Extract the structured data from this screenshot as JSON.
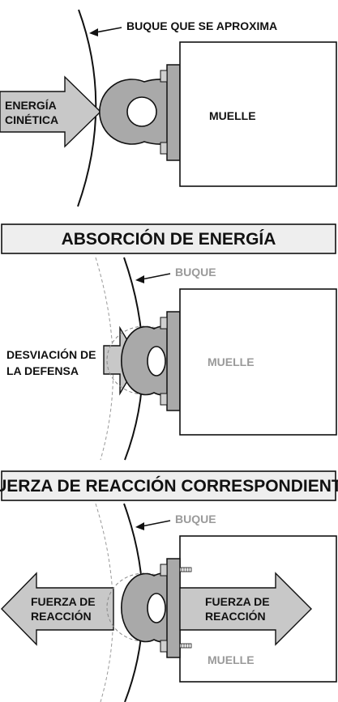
{
  "panel1": {
    "ship_label": "BUQUE QUE SE APROXIMA",
    "energy_label_line1": "ENERGÍA",
    "energy_label_line2": "CINÉTICA",
    "dock_label": "MUELLE"
  },
  "panel2": {
    "banner": "ABSORCIÓN DE ENERGÍA",
    "ship_label": "BUQUE",
    "deflection_line1": "DESVIACIÓN DE",
    "deflection_line2": "LA DEFENSA",
    "dock_label": "MUELLE"
  },
  "panel3": {
    "banner": "FUERZA DE REACCIÓN CORRESPONDIENTE",
    "ship_label": "BUQUE",
    "left_force_line1": "FUERZA DE",
    "left_force_line2": "REACCIÓN",
    "right_force_line1": "FUERZA DE",
    "right_force_line2": "REACCIÓN",
    "dock_label": "MUELLE"
  },
  "colors": {
    "arrow_fill": "#c8c8c8",
    "fender_fill": "#a9a9a9",
    "banner_fill": "#eeeeee",
    "outline": "#111111",
    "faded_text": "#9a9a9a"
  }
}
